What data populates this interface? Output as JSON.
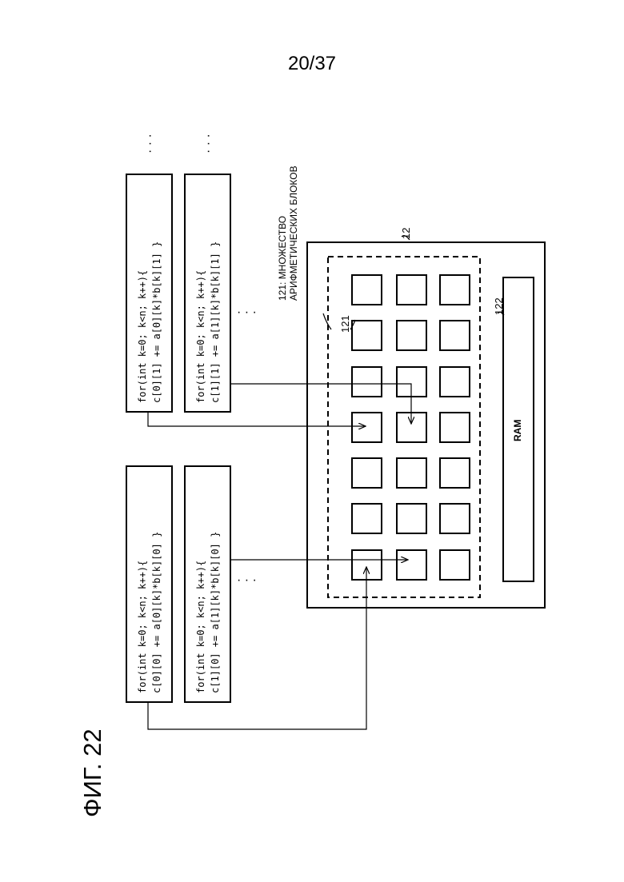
{
  "header": {
    "page_number": "20/37"
  },
  "figure": {
    "label": "ФИГ. 22"
  },
  "code_blocks": {
    "c00": {
      "line1": "for(int k=0; k<n; k++){",
      "line2": "c[0][0] += a[0][k]*b[k][0] }"
    },
    "c10": {
      "line1": "for(int k=0; k<n; k++){",
      "line2": "c[1][0] += a[1][k]*b[k][0] }"
    },
    "c01": {
      "line1": "for(int k=0; k<n; k++){",
      "line2": "c[0][1] += a[0][k]*b[k][1] }"
    },
    "c11": {
      "line1": "for(int k=0; k<n; k++){",
      "line2": "c[1][1] += a[1][k]*b[k][1] }"
    }
  },
  "device": {
    "ref": "12",
    "array_ref": "121",
    "array_label_line1": "121: МНОЖЕСТВО",
    "array_label_line2": "АРИФМЕТИЧЕСКИХ БЛОКОВ",
    "unit_ref": "121",
    "ram_ref": "122",
    "ram_label": "RAM"
  },
  "ellipsis": "· · ·"
}
